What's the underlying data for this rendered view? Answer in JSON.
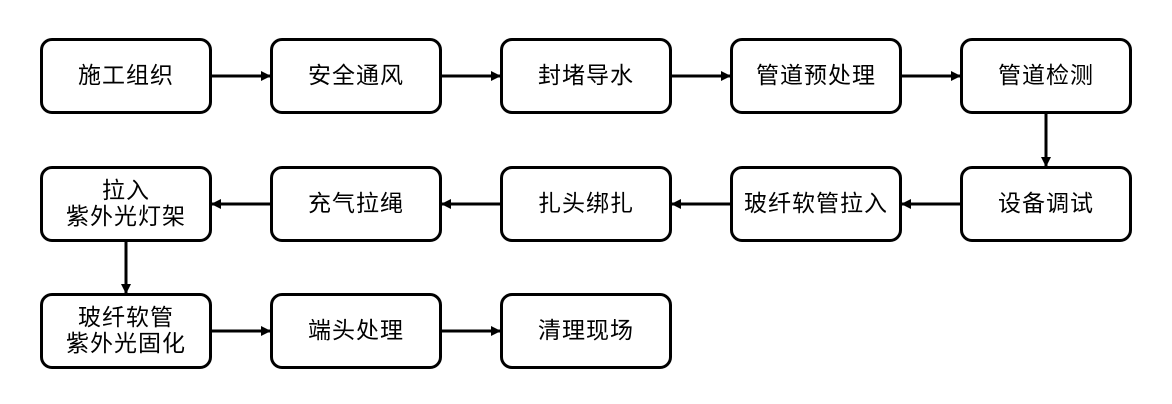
{
  "flowchart": {
    "steps": [
      {
        "id": "b1",
        "label": "施工组织"
      },
      {
        "id": "b2",
        "label": "安全通风"
      },
      {
        "id": "b3",
        "label": "封堵导水"
      },
      {
        "id": "b4",
        "label": "管道预处理"
      },
      {
        "id": "b5",
        "label": "管道检测"
      },
      {
        "id": "b6",
        "label": "设备调试"
      },
      {
        "id": "b7",
        "label": "玻纤软管拉入"
      },
      {
        "id": "b8",
        "label": "扎头绑扎"
      },
      {
        "id": "b9",
        "label": "充气拉绳"
      },
      {
        "id": "b10",
        "label": "拉入\n紫外光灯架"
      },
      {
        "id": "b11",
        "label": "玻纤软管\n紫外光固化"
      },
      {
        "id": "b12",
        "label": "端头处理"
      },
      {
        "id": "b13",
        "label": "清理现场"
      }
    ],
    "arrows": [
      {
        "from": "b1",
        "to": "b2"
      },
      {
        "from": "b2",
        "to": "b3"
      },
      {
        "from": "b3",
        "to": "b4"
      },
      {
        "from": "b4",
        "to": "b5"
      },
      {
        "from": "b5",
        "to": "b6"
      },
      {
        "from": "b6",
        "to": "b7"
      },
      {
        "from": "b7",
        "to": "b8"
      },
      {
        "from": "b8",
        "to": "b9"
      },
      {
        "from": "b9",
        "to": "b10"
      },
      {
        "from": "b10",
        "to": "b11"
      },
      {
        "from": "b11",
        "to": "b12"
      },
      {
        "from": "b12",
        "to": "b13"
      }
    ],
    "colors": {
      "stroke": "#000000",
      "background": "#ffffff"
    }
  }
}
